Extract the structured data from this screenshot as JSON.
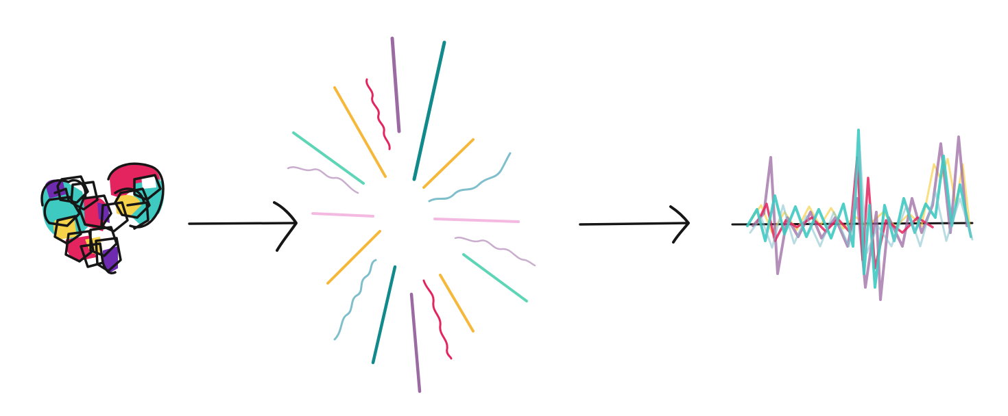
{
  "diagram": {
    "stages": [
      "heart-scribble",
      "burst",
      "waveform"
    ],
    "connectors": 2
  },
  "palette": {
    "ink": "#161616",
    "teal": "#3ec9c1",
    "dark_teal": "#12898a",
    "magenta": "#e3245f",
    "purple": "#6f2bb0",
    "yellow": "#f6d24a",
    "orange_yellow": "#f5b83b",
    "mint": "#5fd5b8",
    "pink": "#f4b9e0",
    "mauve": "#9b6aa3",
    "sky": "#7fbfcc"
  }
}
